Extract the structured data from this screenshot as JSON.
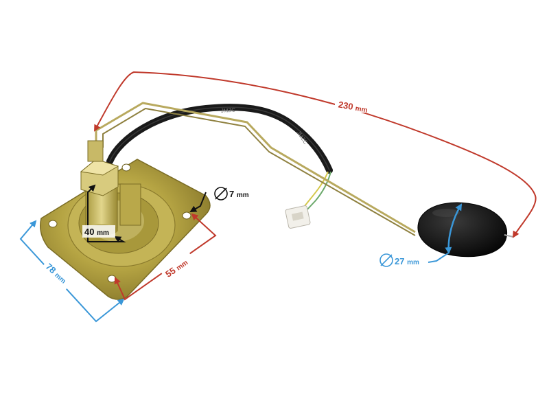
{
  "dimensions": {
    "overall_length": {
      "value": "230",
      "unit": "mm"
    },
    "flange_width": {
      "value": "78",
      "unit": "mm"
    },
    "hole_spacing": {
      "value": "55",
      "unit": "mm"
    },
    "hole_diameter": {
      "value": "7",
      "unit": "mm"
    },
    "sender_height": {
      "value": "40",
      "unit": "mm"
    },
    "float_diameter": {
      "value": "27",
      "unit": "mm"
    }
  },
  "cable_marking": "JMZC",
  "colors": {
    "red_dimension": "#c0392b",
    "blue_dimension": "#3a97d8",
    "black_dimension": "#111111",
    "metal_base": "#b9a84a",
    "float": "#151515",
    "cable": "#1a1a1a"
  }
}
